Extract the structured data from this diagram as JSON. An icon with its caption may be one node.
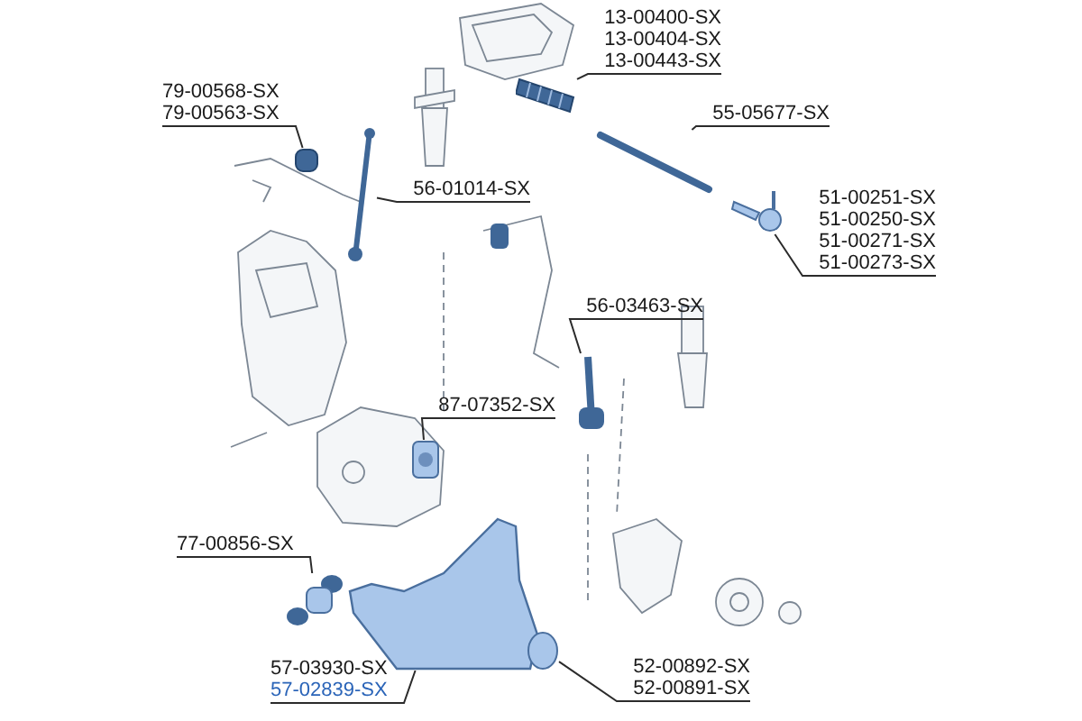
{
  "diagram": {
    "nodes": [
      {
        "text": [
          "13-00400-SX",
          "13-00404-SX",
          "13-00443-SX"
        ]
      },
      {
        "text": [
          "79-00568-SX",
          "79-00563-SX"
        ]
      },
      {
        "text": [
          "56-01014-SX"
        ]
      },
      {
        "text": [
          "55-05677-SX"
        ]
      },
      {
        "text": [
          "51-00251-SX",
          "51-00250-SX",
          "51-00271-SX",
          "51-00273-SX"
        ]
      },
      {
        "text": [
          "56-03463-SX"
        ]
      },
      {
        "text": [
          "87-07352-SX"
        ]
      },
      {
        "text": [
          "77-00856-SX"
        ]
      },
      {
        "text": [
          "57-03930-SX",
          "57-02839-SX"
        ]
      },
      {
        "text": [
          "52-00892-SX",
          "52-00891-SX"
        ]
      },
      {
        "text": [],
        "shape": "picture"
      },
      {
        "text": [],
        "shape": "box"
      },
      {
        "text": [],
        "shape": "picture"
      },
      {
        "text": [],
        "shape": "bar"
      },
      {
        "text": [],
        "shape": "picture"
      },
      {
        "text": [],
        "shape": "picture"
      },
      {
        "text": [],
        "shape": "picture"
      },
      {
        "text": [],
        "shape": "picture"
      },
      {
        "text": [],
        "shape": "picture"
      },
      {
        "text": [],
        "shape": "circle"
      }
    ],
    "edges": [
      {
        "from": 0,
        "to": 10,
        "arrow": "none"
      },
      {
        "from": 1,
        "to": 11,
        "arrow": "none"
      },
      {
        "from": 2,
        "to": 12,
        "arrow": "none"
      },
      {
        "from": 3,
        "to": 13,
        "arrow": "none"
      },
      {
        "from": 4,
        "to": 14,
        "arrow": "none"
      },
      {
        "from": 5,
        "to": 15,
        "arrow": "none"
      },
      {
        "from": 6,
        "to": 16,
        "arrow": "none"
      },
      {
        "from": 7,
        "to": 17,
        "arrow": "none"
      },
      {
        "from": 8,
        "to": 18,
        "arrow": "none"
      },
      {
        "from": 9,
        "to": 19,
        "arrow": "none"
      }
    ]
  }
}
